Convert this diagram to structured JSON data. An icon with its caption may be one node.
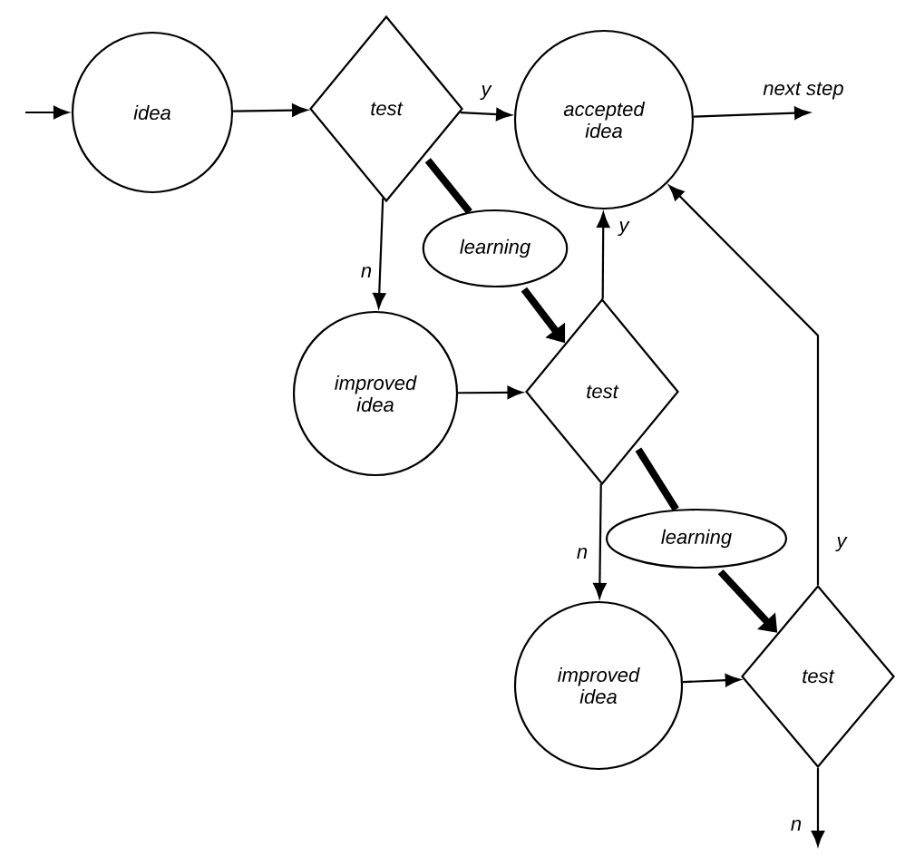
{
  "diagram": {
    "nodes": [
      {
        "text": [
          "idea"
        ]
      },
      {
        "text": [
          "test"
        ]
      },
      {
        "text": [
          "accepted idea"
        ]
      },
      {
        "text": [
          "learning"
        ]
      },
      {
        "text": [
          "improved idea"
        ]
      },
      {
        "text": [
          "test"
        ]
      },
      {
        "text": [
          "learning"
        ]
      },
      {
        "text": [
          "improved idea"
        ]
      },
      {
        "text": [
          "test"
        ]
      }
    ],
    "edges": [
      {
        "from": null,
        "to": 0,
        "arrow": "to"
      },
      {
        "from": 0,
        "to": 1,
        "arrow": "to"
      },
      {
        "from": 1,
        "to": 2,
        "arrow": "to",
        "label": "y"
      },
      {
        "from": 2,
        "to": null,
        "arrow": "to",
        "label": "next step"
      },
      {
        "from": 1,
        "to": 4,
        "arrow": "to",
        "label": "n"
      },
      {
        "from": 4,
        "to": 5,
        "arrow": "to"
      },
      {
        "from": 5,
        "to": 2,
        "arrow": "to",
        "label": "y"
      },
      {
        "from": 1,
        "to": 3,
        "arrow": "none",
        "style": "thick"
      },
      {
        "from": 3,
        "to": 5,
        "arrow": "to",
        "style": "thick"
      },
      {
        "from": 5,
        "to": 6,
        "arrow": "none",
        "style": "thick"
      },
      {
        "from": 6,
        "to": 8,
        "arrow": "to",
        "style": "thick"
      },
      {
        "from": 5,
        "to": 7,
        "arrow": "to",
        "label": "n"
      },
      {
        "from": 7,
        "to": 8,
        "arrow": "to"
      },
      {
        "from": 8,
        "to": 2,
        "arrow": "to",
        "label": "y"
      },
      {
        "from": 8,
        "to": null,
        "arrow": "to",
        "label": "n"
      }
    ]
  }
}
